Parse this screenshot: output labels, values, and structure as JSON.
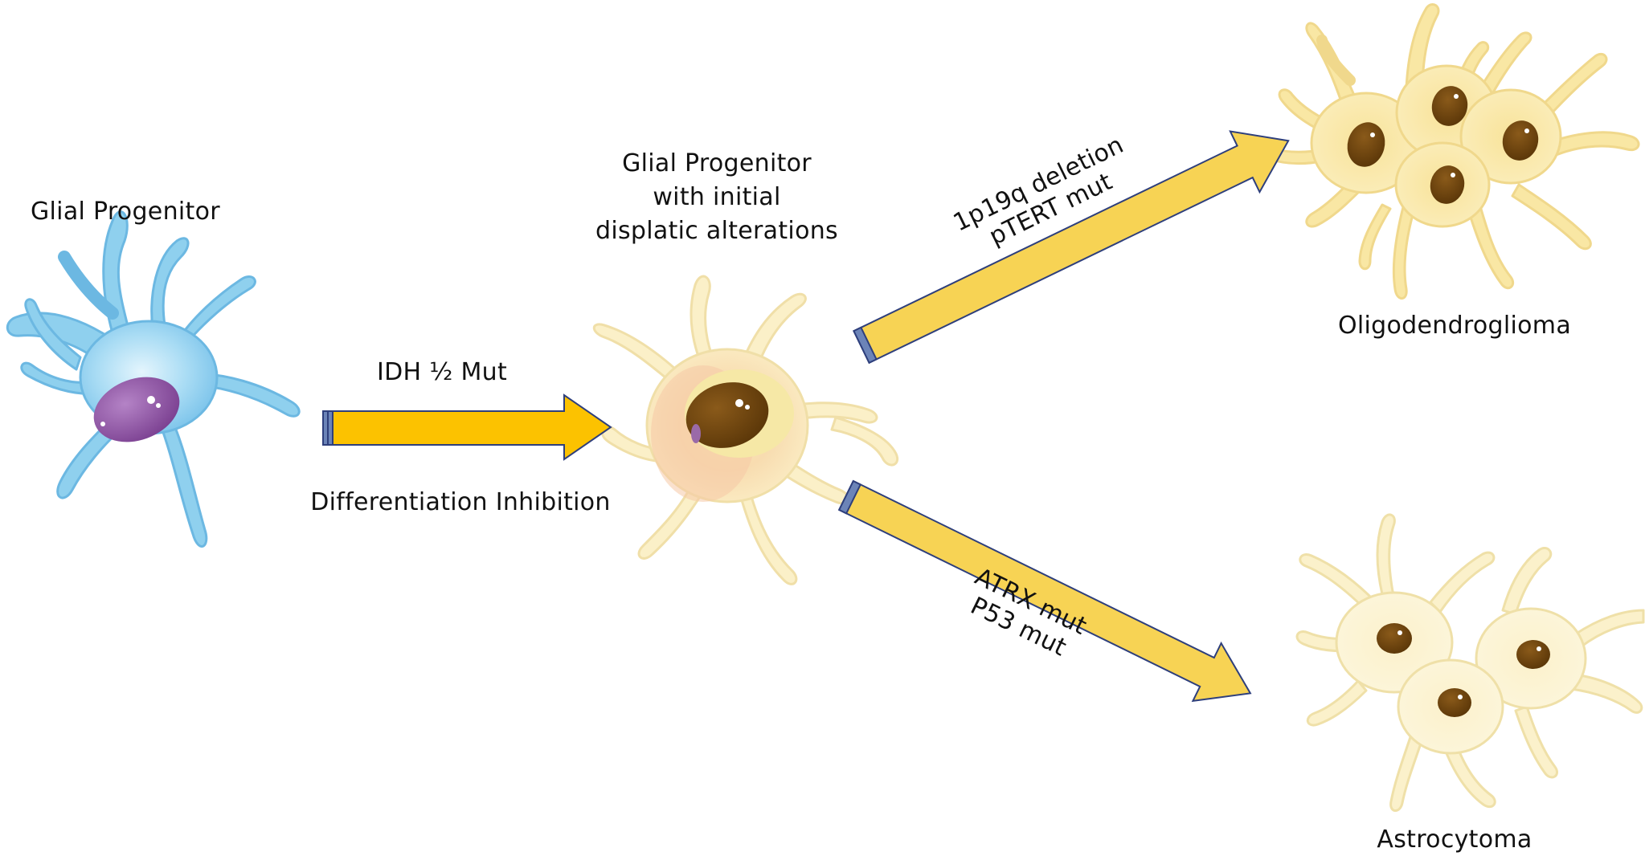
{
  "stages": {
    "progenitor": {
      "label": "Glial Progenitor"
    },
    "dysplastic": {
      "line1": "Glial Progenitor",
      "line2": "with initial",
      "line3": "displatic alterations"
    },
    "oligodendroglioma": {
      "label": "Oligodendroglioma"
    },
    "astrocytoma": {
      "label": "Astrocytoma"
    }
  },
  "transitions": {
    "first": {
      "top_label": "IDH ½ Mut",
      "bottom_label": "Differentiation Inhibition"
    },
    "oligo_branch": {
      "line1": "1p19q deletion",
      "line2": "pTERT mut"
    },
    "astro_branch": {
      "line1": "ATRX mut",
      "line2": "P53 mut"
    }
  },
  "colors": {
    "progenitor_cell": "#8fd0ee",
    "progenitor_nucleus": "#8a4f9e",
    "tumor_cell": "#f8eab4",
    "tumor_nucleus": "#6b4612",
    "main_arrow": "#fcc200",
    "branch_arrow": "#f7d354",
    "arrow_edge": "#2e3f7c"
  }
}
